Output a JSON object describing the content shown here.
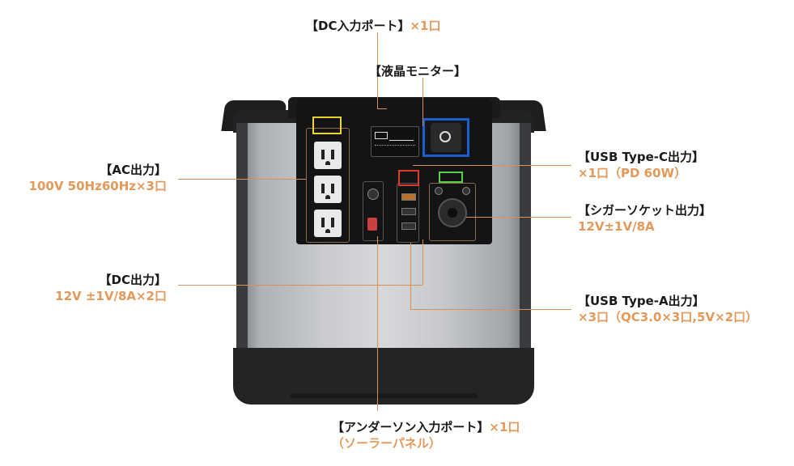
{
  "labels": {
    "dc_input": {
      "title": "【DC入力ポート】",
      "detail": "×1口"
    },
    "lcd": {
      "title": "【液晶モニター】"
    },
    "ac_output": {
      "title": "【AC出力】",
      "detail": "100V 50Hz60Hz×3口"
    },
    "usb_c": {
      "title": "【USB Type-C出力】",
      "detail": "×1口（PD 60W）"
    },
    "cigarette": {
      "title": "【シガーソケット出力】",
      "detail": "12V±1V/8A"
    },
    "dc_output": {
      "title": "【DC出力】",
      "detail": "12V ±1V/8A×2口"
    },
    "usb_a": {
      "title": "【USB Type-A出力】",
      "detail": "×3口（QC3.0×3口,5V×2口）"
    },
    "anderson": {
      "title": "【アンダーソン入力ポート】",
      "detail": "×1口",
      "sub": "（ソーラーパネル）"
    }
  },
  "colors": {
    "accent_orange": "#e3995a",
    "highlight_yellow": "#e8d22c",
    "highlight_blue": "#1a5fd1",
    "highlight_red": "#e03a2a",
    "highlight_green": "#5bd04a"
  }
}
